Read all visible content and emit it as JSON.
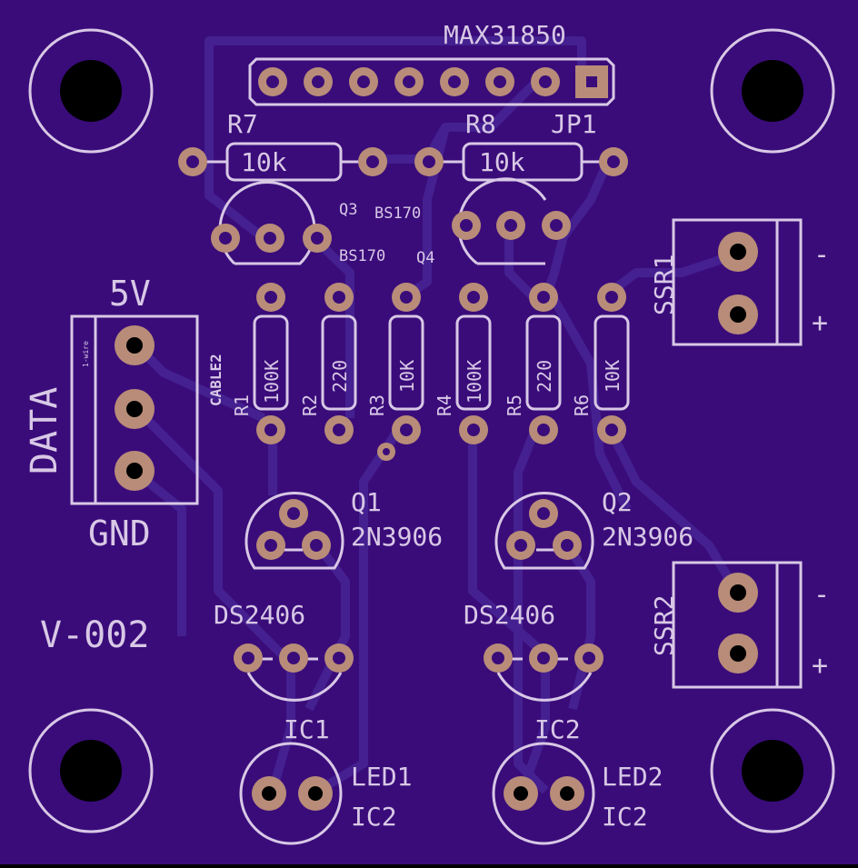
{
  "board": {
    "colors": {
      "substrate": "#3a0c7a",
      "trace": "#452090",
      "silkscreen": "#d8c8e6",
      "copper_pad": "#b88c78",
      "hole": "#000000",
      "edge": "#000000"
    },
    "revision": "V-002"
  },
  "labels": {
    "max31850": "MAX31850",
    "r7": "R7",
    "r7_value": "10k",
    "r8": "R8",
    "r8_value": "10k",
    "jp1": "JP1",
    "q3": "Q3",
    "q3_part": "BS170",
    "q4": "Q4",
    "q4_part": "BS170",
    "v5": "5V",
    "data": "DATA",
    "gnd": "GND",
    "one_wire": "1-wire",
    "cable2": "CABLE2",
    "r1": "R1",
    "r1_value": "100K",
    "r2": "R2",
    "r2_value": "220",
    "r3": "R3",
    "r3_value": "10K",
    "r4": "R4",
    "r4_value": "100K",
    "r5": "R5",
    "r5_value": "220",
    "r6": "R6",
    "r6_value": "10K",
    "q1": "Q1",
    "q1_part": "2N3906",
    "q2": "Q2",
    "q2_part": "2N3906",
    "ds2406_a": "DS2406",
    "ds2406_b": "DS2406",
    "ic1": "IC1",
    "ic2": "IC2",
    "led1": "LED1",
    "led1_ic": "IC2",
    "led2": "LED2",
    "led2_ic": "IC2",
    "ssr1": "SSR1",
    "ssr2": "SSR2",
    "minus": "-",
    "plus": "+"
  }
}
